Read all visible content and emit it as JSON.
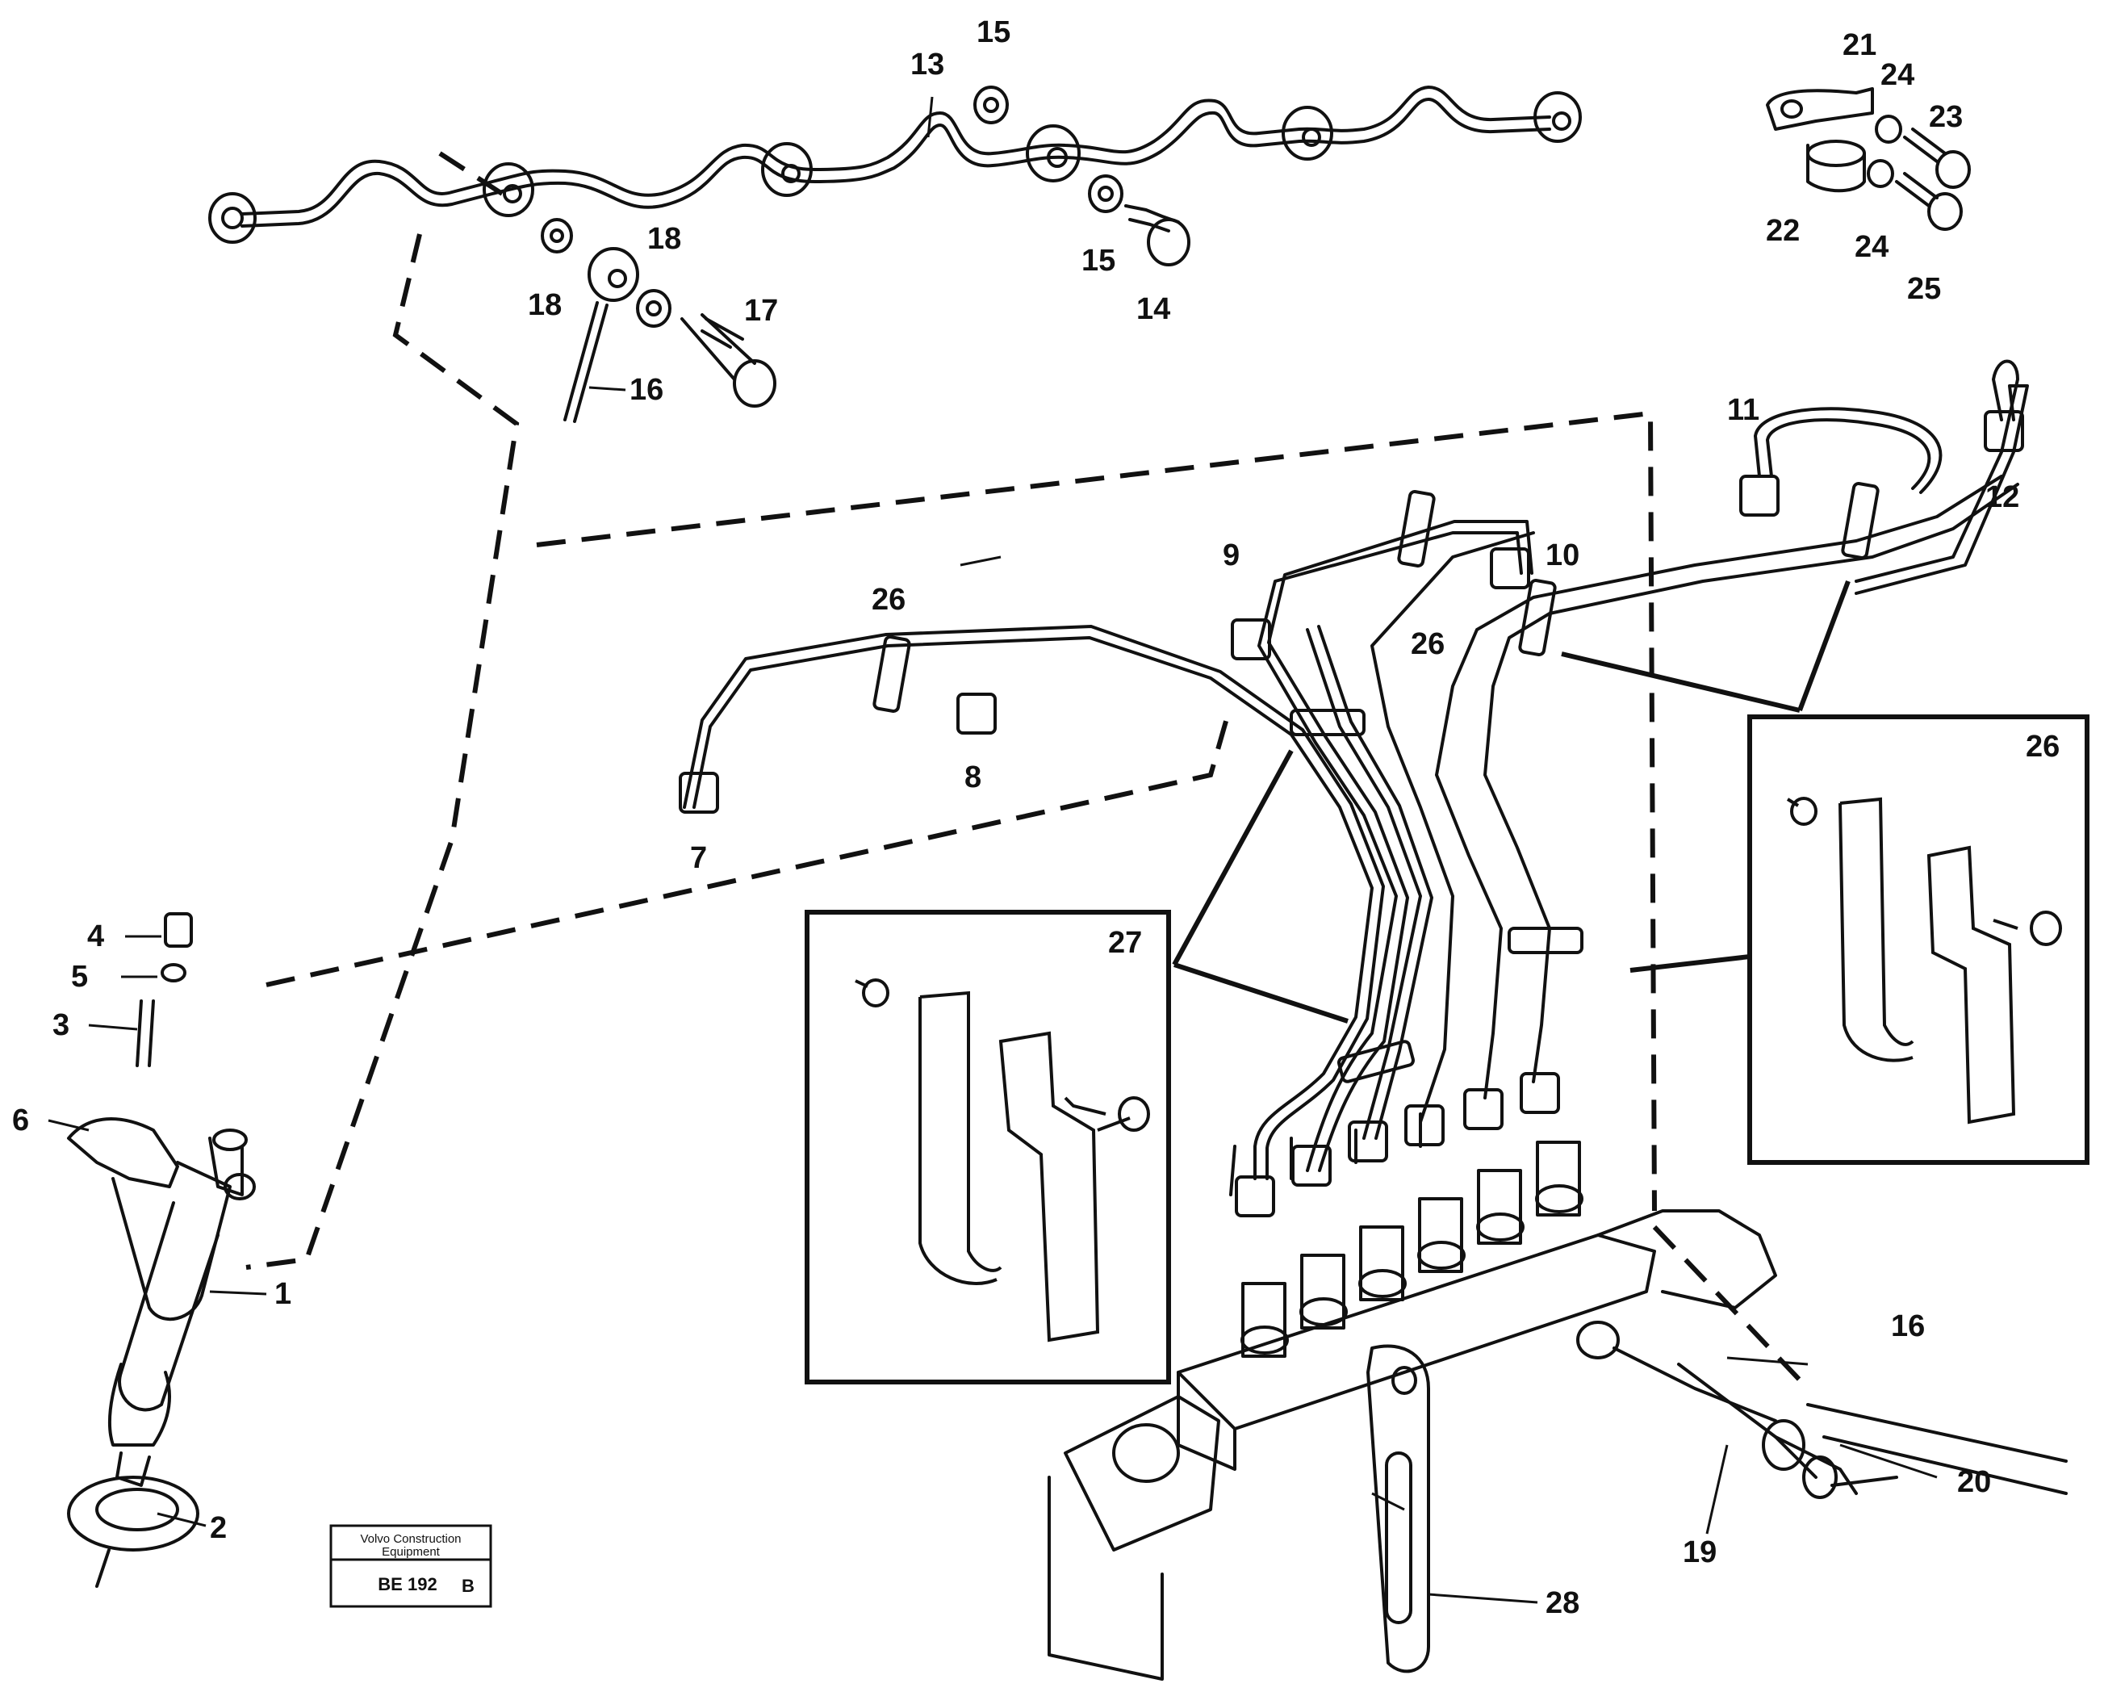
{
  "diagram": {
    "callouts": [
      {
        "id": "c1",
        "text": "1"
      },
      {
        "id": "c2",
        "text": "2"
      },
      {
        "id": "c3",
        "text": "3"
      },
      {
        "id": "c4",
        "text": "4"
      },
      {
        "id": "c5",
        "text": "5"
      },
      {
        "id": "c6",
        "text": "6"
      },
      {
        "id": "c7",
        "text": "7"
      },
      {
        "id": "c8",
        "text": "8"
      },
      {
        "id": "c9",
        "text": "9"
      },
      {
        "id": "c10",
        "text": "10"
      },
      {
        "id": "c11",
        "text": "11"
      },
      {
        "id": "c12",
        "text": "12"
      },
      {
        "id": "c13",
        "text": "13"
      },
      {
        "id": "c14",
        "text": "14"
      },
      {
        "id": "c15a",
        "text": "15"
      },
      {
        "id": "c15b",
        "text": "15"
      },
      {
        "id": "c16a",
        "text": "16"
      },
      {
        "id": "c16b",
        "text": "16"
      },
      {
        "id": "c17",
        "text": "17"
      },
      {
        "id": "c18a",
        "text": "18"
      },
      {
        "id": "c18b",
        "text": "18"
      },
      {
        "id": "c19",
        "text": "19"
      },
      {
        "id": "c20",
        "text": "20"
      },
      {
        "id": "c21",
        "text": "21"
      },
      {
        "id": "c22",
        "text": "22"
      },
      {
        "id": "c23",
        "text": "23"
      },
      {
        "id": "c24a",
        "text": "24"
      },
      {
        "id": "c24b",
        "text": "24"
      },
      {
        "id": "c25",
        "text": "25"
      },
      {
        "id": "c26a",
        "text": "26"
      },
      {
        "id": "c26b",
        "text": "26"
      },
      {
        "id": "c26c",
        "text": "26"
      },
      {
        "id": "c27",
        "text": "27"
      },
      {
        "id": "c28",
        "text": "28"
      }
    ],
    "stamp": {
      "company_line1": "Volvo Construction",
      "company_line2": "Equipment",
      "drawing_code": "BE 192",
      "revision": "B"
    }
  }
}
